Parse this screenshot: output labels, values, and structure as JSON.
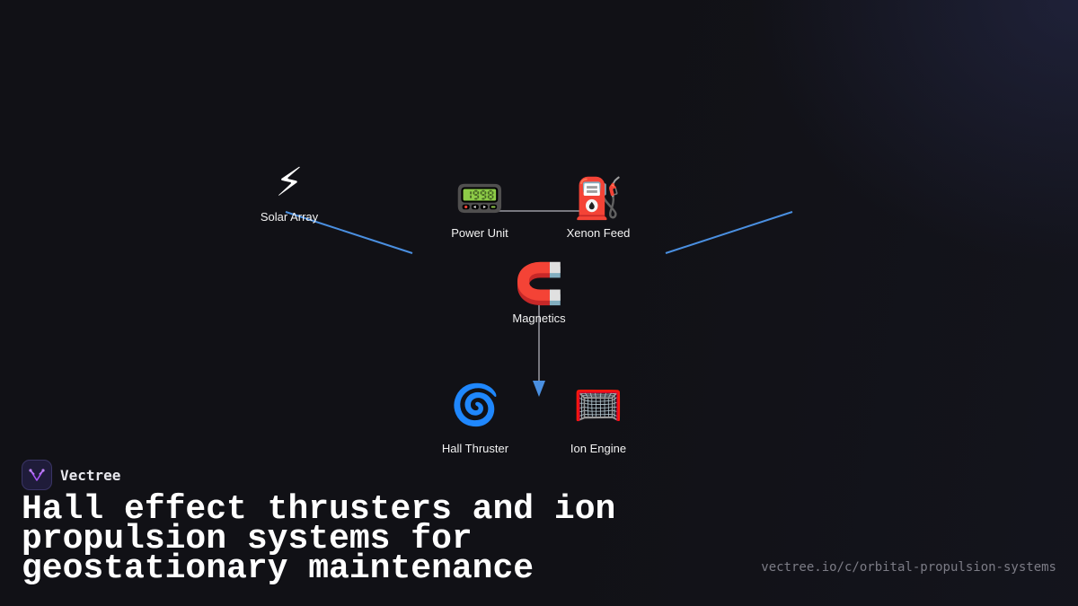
{
  "diagram": {
    "nodes": [
      {
        "id": "solar",
        "label": "Solar Array",
        "icon": "⚡",
        "icon_name": "lightning-bolt-icon"
      },
      {
        "id": "power",
        "label": "Power Unit",
        "icon": "📟",
        "icon_name": "pager-icon"
      },
      {
        "id": "xenon",
        "label": "Xenon Feed",
        "icon": "⛽",
        "icon_name": "fuel-pump-icon"
      },
      {
        "id": "magnetics",
        "label": "Magnetics",
        "icon": "🧲",
        "icon_name": "magnet-icon"
      },
      {
        "id": "hall",
        "label": "Hall Thruster",
        "icon": "🌀",
        "icon_name": "cyclone-icon"
      },
      {
        "id": "ion",
        "label": "Ion Engine",
        "icon": "🥅",
        "icon_name": "goal-net-icon"
      }
    ],
    "edge_colors": {
      "blue": "#4a8fe0",
      "gray": "#9a9aa2"
    }
  },
  "brand": {
    "name": "Vectree",
    "logo_color": "#a855f7"
  },
  "headline": "Hall effect thrusters and ion propulsion systems for geostationary maintenance",
  "url": "vectree.io/c/orbital-propulsion-systems"
}
